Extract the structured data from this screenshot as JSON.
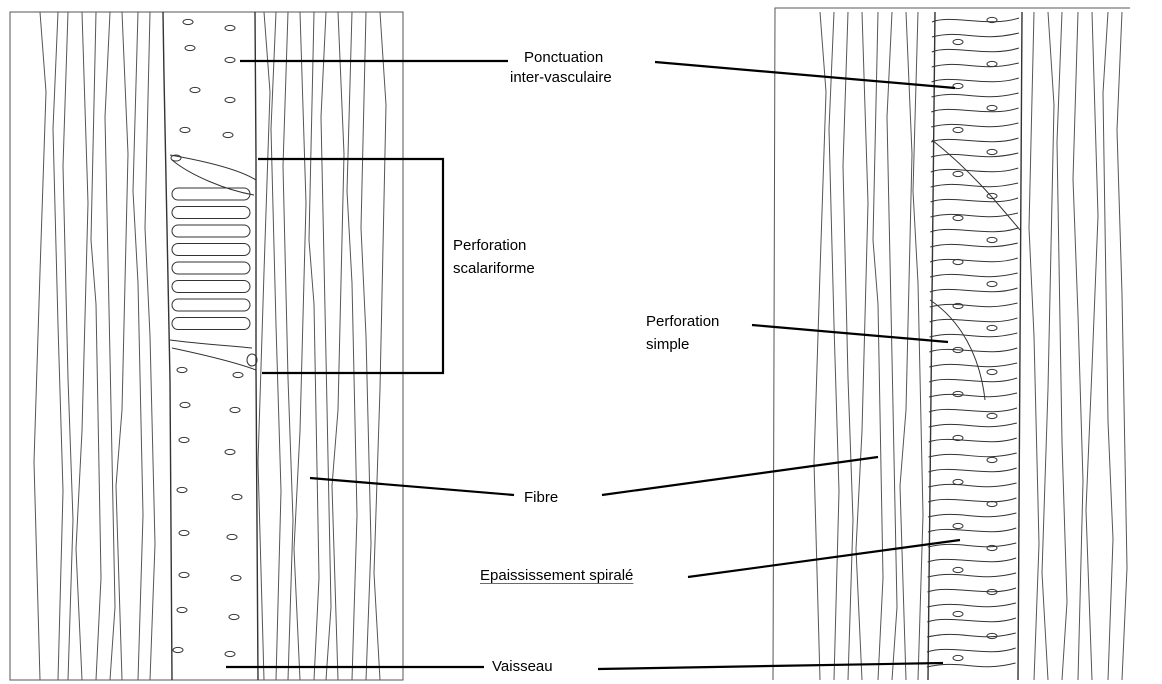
{
  "labels": {
    "ponctuation_l1": "Ponctuation",
    "ponctuation_l2": "inter-vasculaire",
    "perf_scal_l1": "Perforation",
    "perf_scal_l2": "scalariforme",
    "perf_simple_l1": "Perforation",
    "perf_simple_l2": "simple",
    "fibre": "Fibre",
    "epaississement": "Epaississement spiralé",
    "vaisseau": "Vaisseau"
  }
}
